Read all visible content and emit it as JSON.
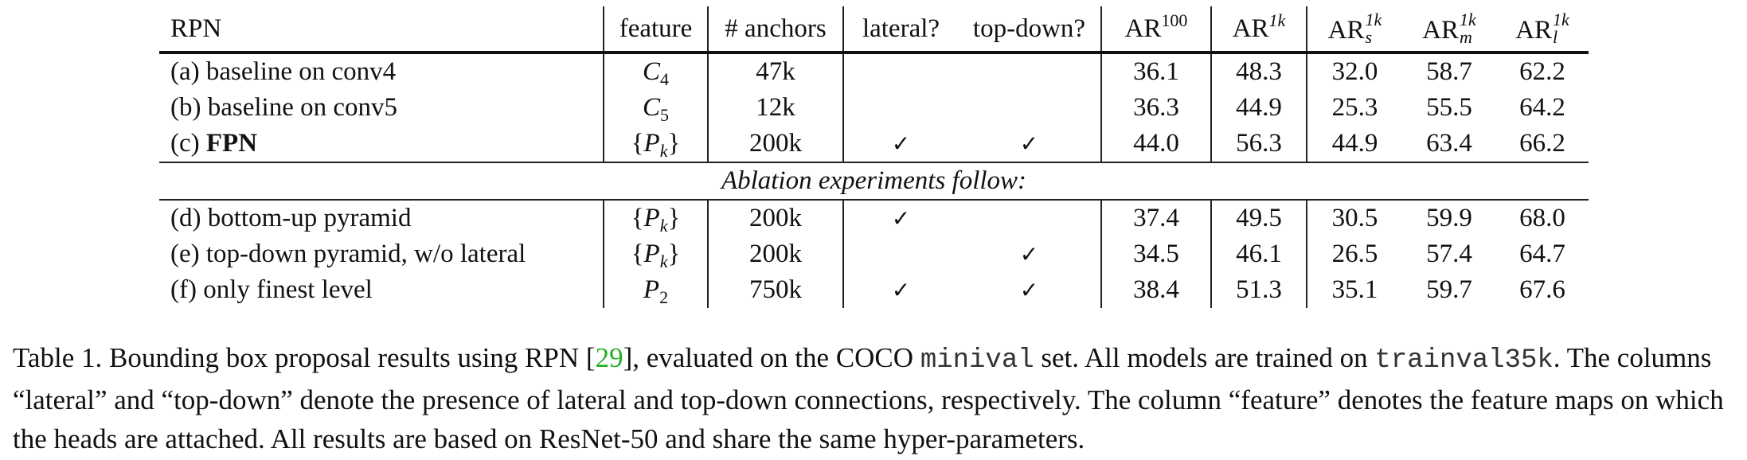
{
  "table": {
    "header": {
      "method": "RPN",
      "feature": "feature",
      "anchors": "# anchors",
      "lateral": "lateral?",
      "topdown": "top-down?",
      "ar100": {
        "base": "AR",
        "sup": "100"
      },
      "ar1k": {
        "base": "AR",
        "sup": "1k"
      },
      "ars": {
        "base": "AR",
        "sup": "1k",
        "sub": "s"
      },
      "arm": {
        "base": "AR",
        "sup": "1k",
        "sub": "m"
      },
      "arl": {
        "base": "AR",
        "sup": "1k",
        "sub": "l"
      }
    },
    "check_symbol": "✓",
    "rows": [
      {
        "label_prefix": "(a) ",
        "label_bold": "",
        "label_rest": "baseline on conv4",
        "feature": {
          "open": "",
          "base": "C",
          "sub": "4",
          "close": ""
        },
        "anchors": "47k",
        "lateral": "",
        "topdown": "",
        "ar100": "36.1",
        "ar1k": "48.3",
        "ars": "32.0",
        "arm": "58.7",
        "arl": "62.2",
        "bold": {
          "ar100": false,
          "ar1k": false,
          "ars": false,
          "arm": false,
          "arl": false
        }
      },
      {
        "label_prefix": "(b) ",
        "label_bold": "",
        "label_rest": "baseline on conv5",
        "feature": {
          "open": "",
          "base": "C",
          "sub": "5",
          "close": ""
        },
        "anchors": "12k",
        "lateral": "",
        "topdown": "",
        "ar100": "36.3",
        "ar1k": "44.9",
        "ars": "25.3",
        "arm": "55.5",
        "arl": "64.2",
        "bold": {
          "ar100": false,
          "ar1k": false,
          "ars": false,
          "arm": false,
          "arl": false
        }
      },
      {
        "label_prefix": "(c) ",
        "label_bold": "FPN",
        "label_rest": "",
        "feature": {
          "open": "{",
          "base": "P",
          "sub": "k",
          "close": "}"
        },
        "anchors": "200k",
        "lateral": "✓",
        "topdown": "✓",
        "ar100": "44.0",
        "ar1k": "56.3",
        "ars": "44.9",
        "arm": "63.4",
        "arl": "66.2",
        "bold": {
          "ar100": true,
          "ar1k": true,
          "ars": true,
          "arm": true,
          "arl": false
        }
      },
      {
        "label_prefix": "(d) ",
        "label_bold": "",
        "label_rest": "bottom-up pyramid",
        "feature": {
          "open": "{",
          "base": "P",
          "sub": "k",
          "close": "}"
        },
        "anchors": "200k",
        "lateral": "✓",
        "topdown": "",
        "ar100": "37.4",
        "ar1k": "49.5",
        "ars": "30.5",
        "arm": "59.9",
        "arl": "68.0",
        "bold": {
          "ar100": false,
          "ar1k": false,
          "ars": false,
          "arm": false,
          "arl": true
        }
      },
      {
        "label_prefix": "(e) ",
        "label_bold": "",
        "label_rest": "top-down pyramid, w/o lateral",
        "feature": {
          "open": "{",
          "base": "P",
          "sub": "k",
          "close": "}"
        },
        "anchors": "200k",
        "lateral": "",
        "topdown": "✓",
        "ar100": "34.5",
        "ar1k": "46.1",
        "ars": "26.5",
        "arm": "57.4",
        "arl": "64.7",
        "bold": {
          "ar100": false,
          "ar1k": false,
          "ars": false,
          "arm": false,
          "arl": false
        }
      },
      {
        "label_prefix": "(f) ",
        "label_bold": "",
        "label_rest": "only finest level",
        "feature": {
          "open": "",
          "base": "P",
          "sub": "2",
          "close": ""
        },
        "anchors": "750k",
        "lateral": "✓",
        "topdown": "✓",
        "ar100": "38.4",
        "ar1k": "51.3",
        "ars": "35.1",
        "arm": "59.7",
        "arl": "67.6",
        "bold": {
          "ar100": false,
          "ar1k": false,
          "ars": false,
          "arm": false,
          "arl": false
        }
      }
    ],
    "ablation_label": "Ablation experiments follow:"
  },
  "caption": {
    "part1": "Table 1. Bounding box proposal results using RPN [",
    "cite": "29",
    "part2": "], evaluated on the COCO ",
    "mono1": "minival",
    "part3": " set. All models are trained on ",
    "mono2": "trainval35k",
    "part4": ". The columns “lateral” and “top-down” denote the presence of lateral and top-down connections, respectively. The column “feature” denotes the feature maps on which the heads are attached. All results are based on ResNet-50 and share the same hyper-parameters."
  },
  "colors": {
    "citation": "#22b022",
    "text": "#111111"
  }
}
